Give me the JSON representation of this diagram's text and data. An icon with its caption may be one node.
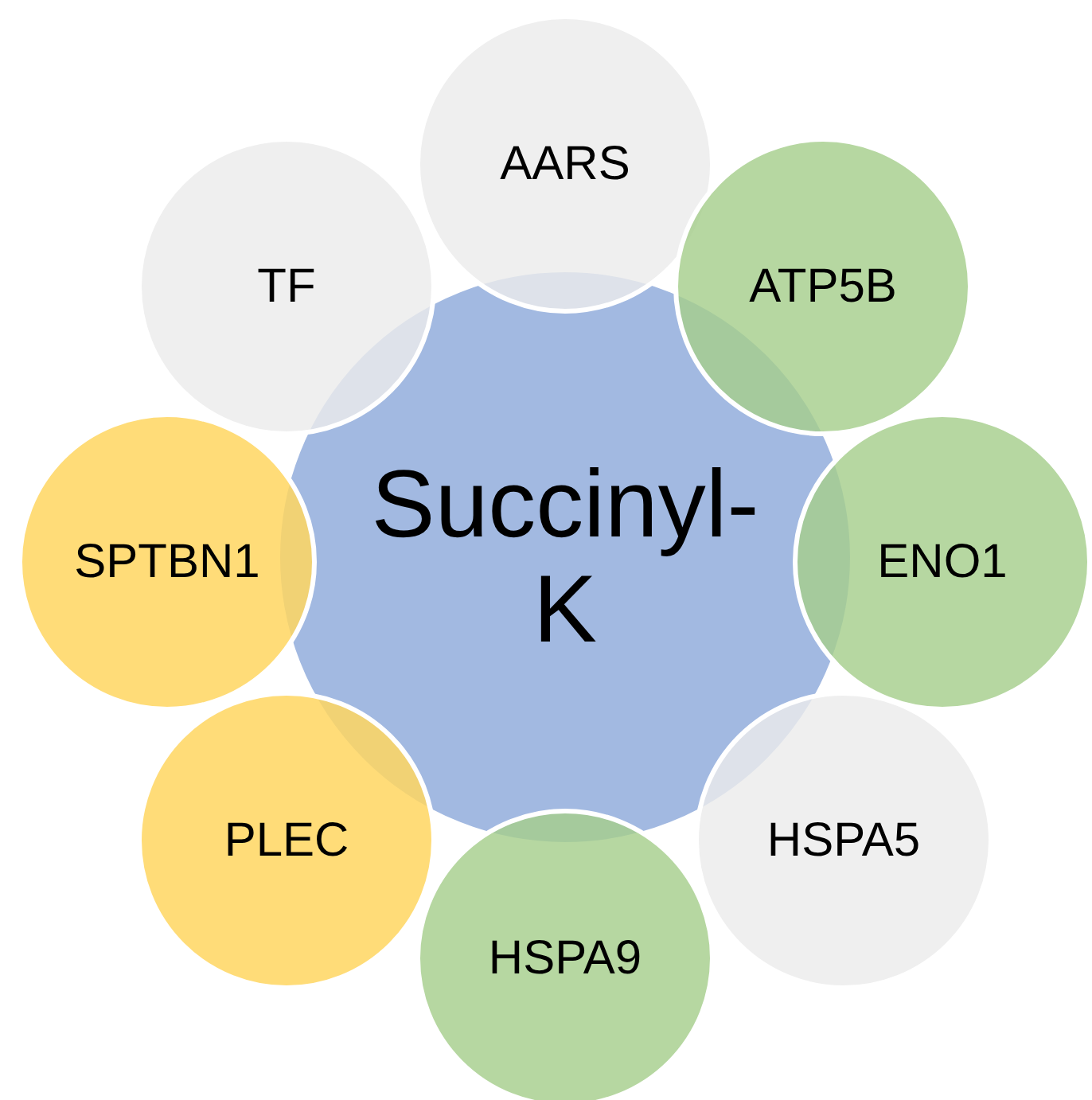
{
  "diagram": {
    "nodes": [
      {
        "text": [
          "Succinyl- K"
        ]
      },
      {
        "text": [
          "AARS"
        ]
      },
      {
        "text": [
          "ATP5B"
        ]
      },
      {
        "text": [
          "ENO1"
        ]
      },
      {
        "text": [
          "HSPA5"
        ]
      },
      {
        "text": [
          "HSPA9"
        ]
      },
      {
        "text": [
          "PLEC"
        ]
      },
      {
        "text": [
          "SPTBN1"
        ]
      },
      {
        "text": [
          "TF"
        ]
      }
    ],
    "edges": []
  }
}
